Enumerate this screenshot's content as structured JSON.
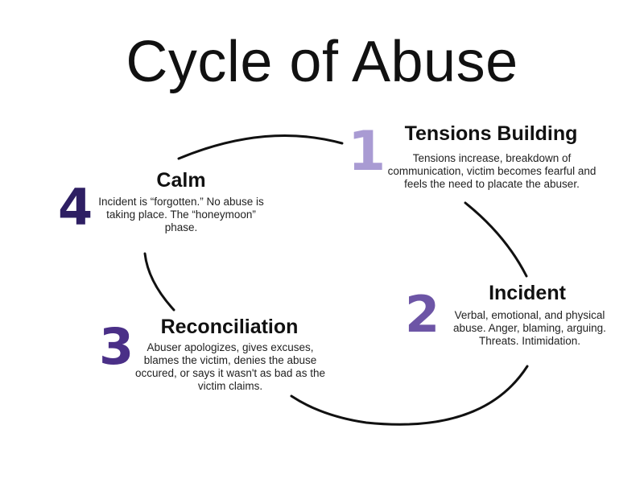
{
  "title": "Cycle of Abuse",
  "colors": {
    "stage1": "#a99bd3",
    "stage2": "#6d55a6",
    "stage3": "#4a2f87",
    "stage4": "#2e1f63",
    "text": "#111111",
    "arc": "#111111"
  },
  "stages": [
    {
      "number": "1",
      "heading": "Tensions Building",
      "description": "Tensions increase, breakdown of communication, victim becomes fearful and feels the need to placate the abuser."
    },
    {
      "number": "2",
      "heading": "Incident",
      "description": "Verbal, emotional, and physical abuse. Anger, blaming, arguing. Threats. Intimidation."
    },
    {
      "number": "3",
      "heading": "Reconciliation",
      "description": "Abuser apologizes, gives excuses, blames the victim, denies the abuse occured, or says it wasn't as bad as the victim claims."
    },
    {
      "number": "4",
      "heading": "Calm",
      "description": "Incident is “forgotten.” No abuse is taking place. The “honeymoon” phase."
    }
  ]
}
